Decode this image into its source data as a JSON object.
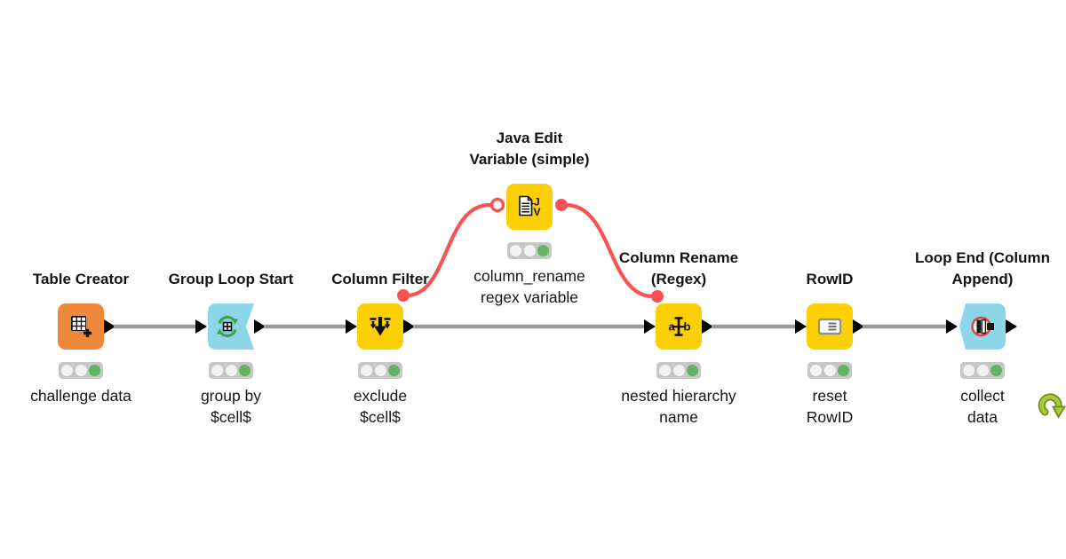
{
  "workflow": {
    "kind": "KNIME workflow canvas",
    "background_color": "#ffffff"
  },
  "palette": {
    "source_node_color": "#F0883C",
    "manipulator_node_color": "#FCD005",
    "loop_node_color": "#8DD6E9",
    "data_connection_color": "#9A9A9A",
    "flow_variable_color": "#FA5252",
    "port_color": "#000000",
    "status_bar_color": "#C7C7C7",
    "status_off_color": "#F3F3F3",
    "status_executed_color": "#62B462",
    "loop_reset_arrow_color": "#A8CC3A",
    "text_color": "#111111"
  },
  "nodes": [
    {
      "name": "Table Creator",
      "title1": "Table Creator",
      "title2": "",
      "label1": "challenge data",
      "label2": "",
      "type": "source",
      "icon": "table-plus-icon",
      "status": "executed"
    },
    {
      "name": "Group Loop Start",
      "title1": "Group Loop Start",
      "title2": "",
      "label1": "group by",
      "label2": "$cell$",
      "type": "loop-start",
      "icon": "loop-table-icon",
      "status": "executed"
    },
    {
      "name": "Column Filter",
      "title1": "Column Filter",
      "title2": "",
      "label1": "exclude",
      "label2": "$cell$",
      "type": "manipulator",
      "icon": "filter-arrows-icon",
      "status": "executed"
    },
    {
      "name": "Java Edit Variable (simple)",
      "title1": "Java Edit",
      "title2": "Variable (simple)",
      "label1": "column_rename",
      "label2": "regex variable",
      "type": "variable",
      "icon": "java-document-icon",
      "status": "executed"
    },
    {
      "name": "Column Rename (Regex)",
      "title1": "Column Rename",
      "title2": "(Regex)",
      "label1": "nested hierarchy",
      "label2": "name",
      "type": "manipulator",
      "icon": "rename-cursor-icon",
      "status": "executed"
    },
    {
      "name": "RowID",
      "title1": "RowID",
      "title2": "",
      "label1": "reset",
      "label2": "RowID",
      "type": "manipulator",
      "icon": "row-card-icon",
      "status": "executed"
    },
    {
      "name": "Loop End (Column Append)",
      "title1": "Loop End (Column",
      "title2": "Append)",
      "label1": "collect",
      "label2": "data",
      "type": "loop-end",
      "icon": "loop-end-column-icon",
      "status": "executed"
    }
  ],
  "connections": {
    "data": [
      {
        "from": "Table Creator",
        "to": "Group Loop Start"
      },
      {
        "from": "Group Loop Start",
        "to": "Column Filter"
      },
      {
        "from": "Column Filter",
        "to": "Column Rename (Regex)"
      },
      {
        "from": "Column Rename (Regex)",
        "to": "RowID"
      },
      {
        "from": "RowID",
        "to": "Loop End (Column Append)"
      }
    ],
    "flow_variable": [
      {
        "from": "Column Filter",
        "to": "Java Edit Variable (simple)"
      },
      {
        "from": "Java Edit Variable (simple)",
        "to": "Column Rename (Regex)"
      }
    ]
  }
}
